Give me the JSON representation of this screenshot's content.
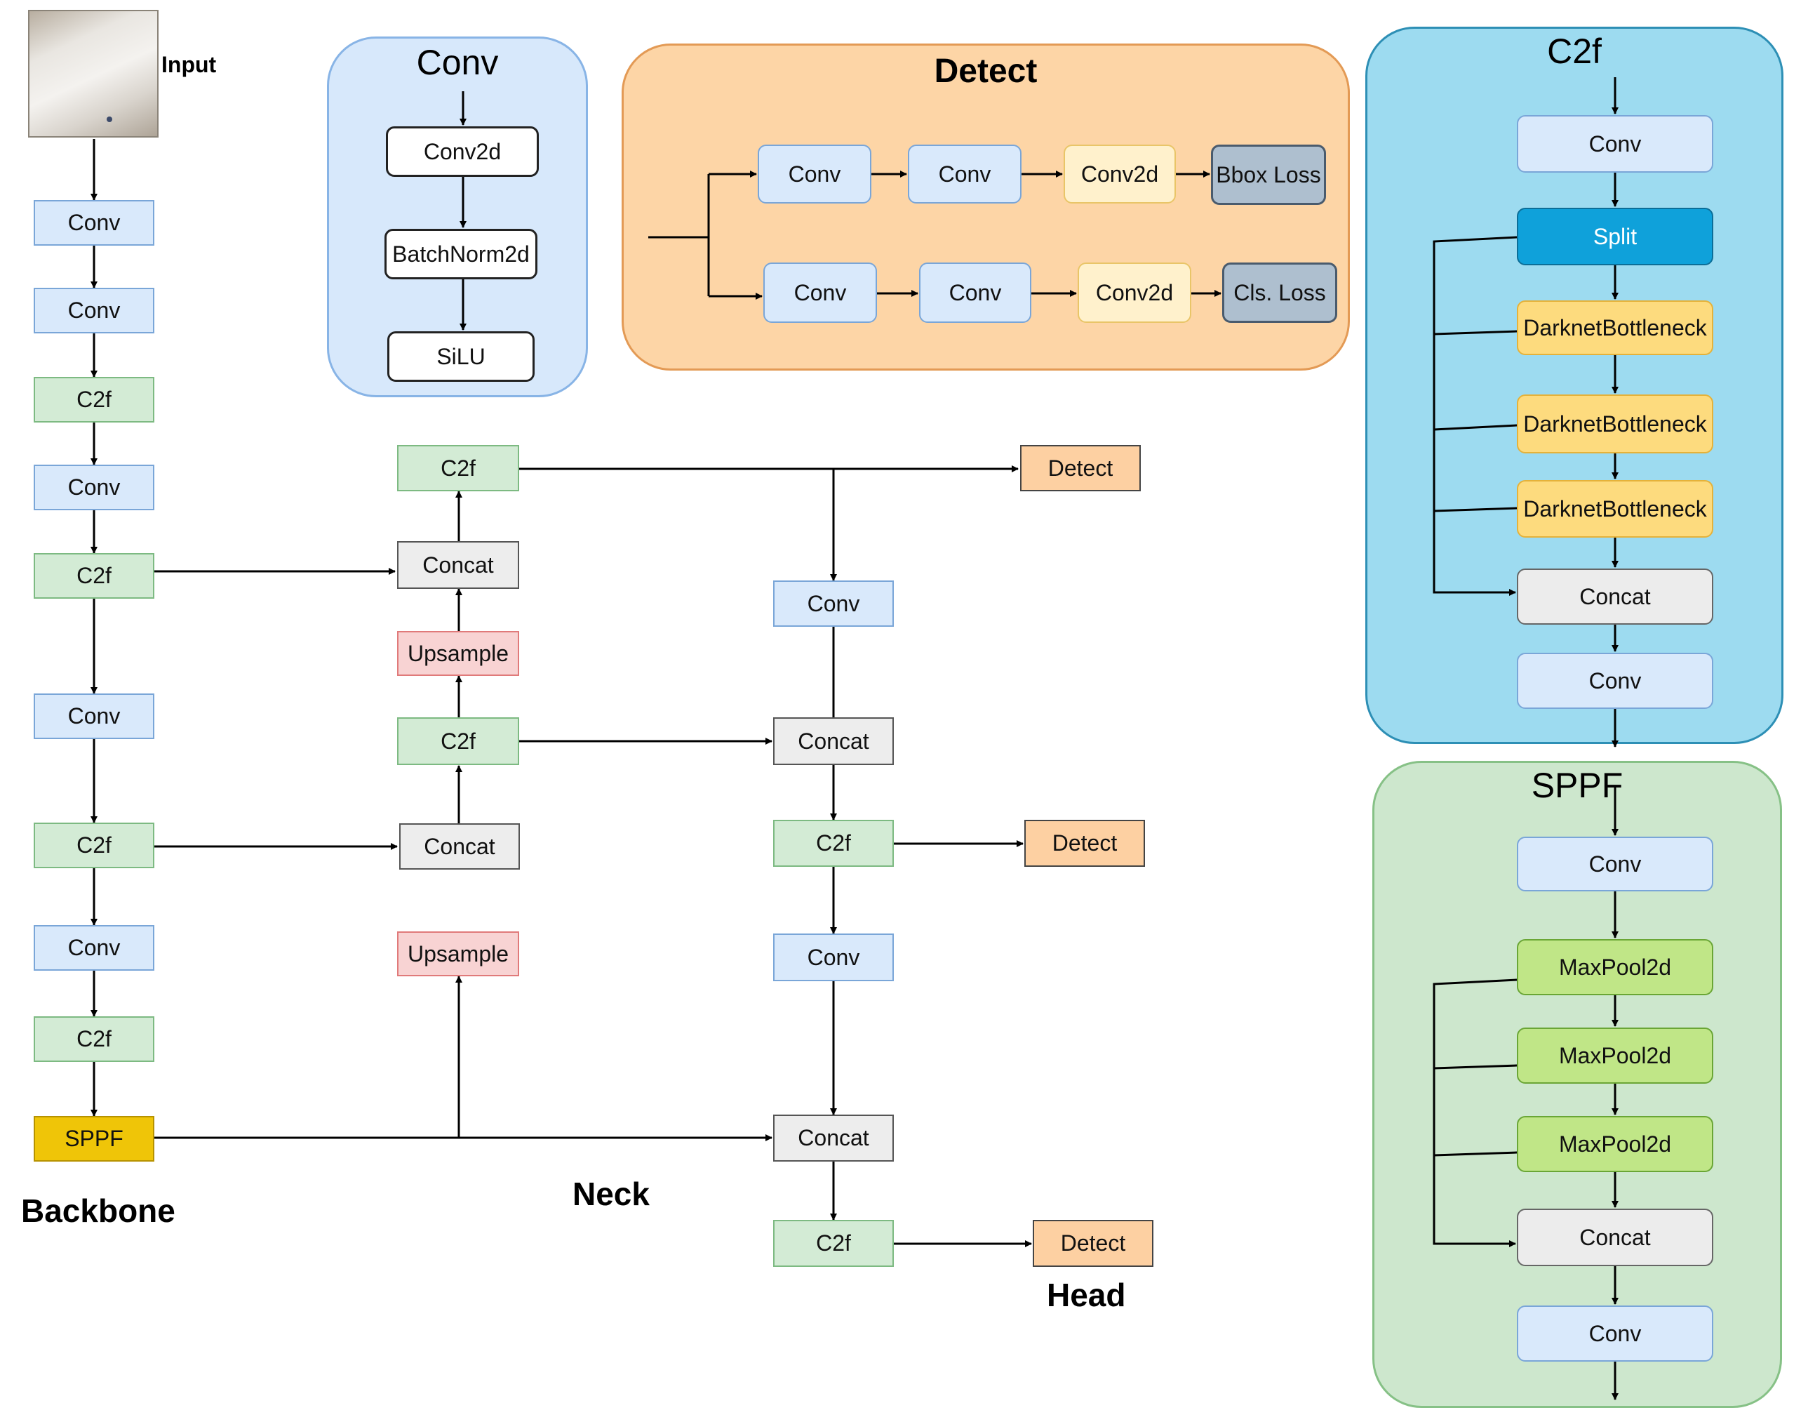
{
  "input_label": "Input",
  "sections": {
    "backbone": "Backbone",
    "neck": "Neck",
    "head": "Head"
  },
  "panels": {
    "conv": "Conv",
    "detect": "Detect",
    "c2f": "C2f",
    "sppf": "SPPF"
  },
  "backbone": {
    "layers": [
      "Conv",
      "Conv",
      "C2f",
      "Conv",
      "C2f",
      "Conv",
      "C2f",
      "Conv",
      "C2f",
      "SPPF"
    ]
  },
  "neck": {
    "top_c2f": "C2f",
    "concat_1": "Concat",
    "upsample_1": "Upsample",
    "mid_c2f": "C2f",
    "concat_2": "Concat",
    "upsample_2": "Upsample",
    "conv_1": "Conv",
    "concat_3": "Concat",
    "c2f_2": "C2f",
    "conv_2": "Conv",
    "concat_4": "Concat",
    "c2f_3": "C2f"
  },
  "head": {
    "detect_1": "Detect",
    "detect_2": "Detect",
    "detect_3": "Detect"
  },
  "conv_block": [
    "Conv2d",
    "BatchNorm2d",
    "SiLU"
  ],
  "detect_block": {
    "top": [
      "Conv",
      "Conv",
      "Conv2d",
      "Bbox Loss"
    ],
    "bottom": [
      "Conv",
      "Conv",
      "Conv2d",
      "Cls. Loss"
    ]
  },
  "c2f_block": [
    "Conv",
    "Split",
    "DarknetBottleneck",
    "DarknetBottleneck",
    "DarknetBottleneck",
    "Concat",
    "Conv"
  ],
  "sppf_block": [
    "Conv",
    "MaxPool2d",
    "MaxPool2d",
    "MaxPool2d",
    "Concat",
    "Conv"
  ]
}
